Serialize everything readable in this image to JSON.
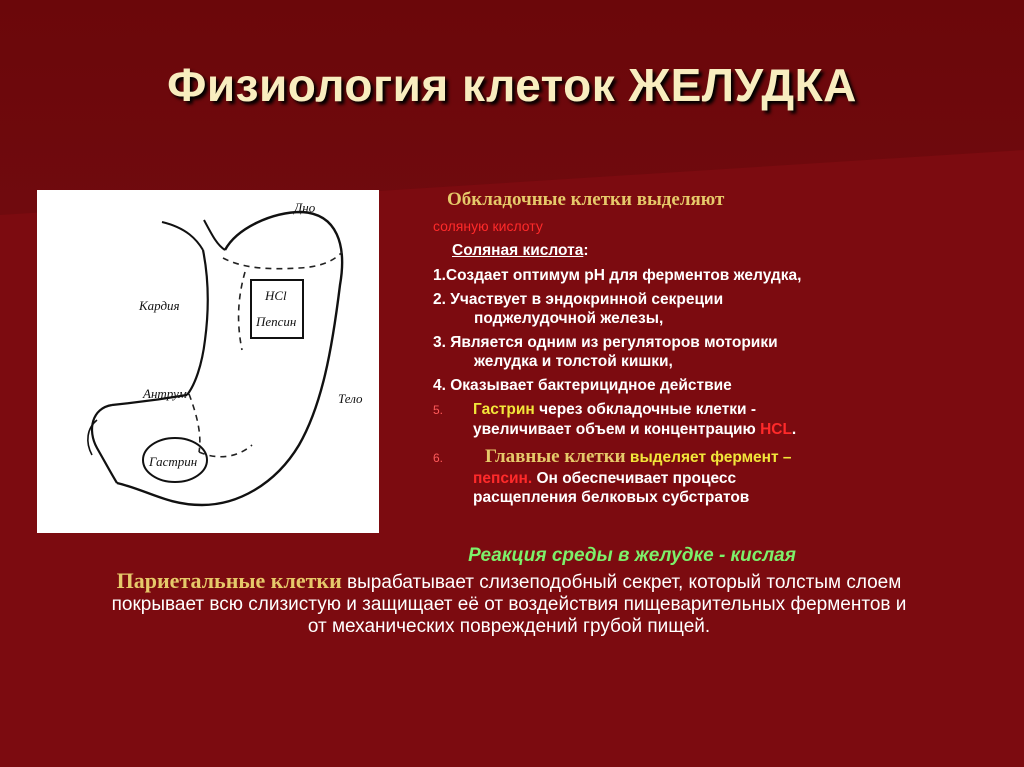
{
  "title": "Физиология клеток ЖЕЛУДКА",
  "diagram": {
    "labels": {
      "dno": "Дно",
      "kardia": "Кардия",
      "hcl": "НСl",
      "pepsin": "Пепсин",
      "antrum": "Антрум",
      "telo": "Тело",
      "gastrin": "Гастрин"
    }
  },
  "text": {
    "line1": "Обкладочные клетки выделяют",
    "line2": "соляную кислоту",
    "line3": "Соляная кислота",
    "line3_colon": ":",
    "item1": "1.Создает оптимум рН для ферментов желудка,",
    "item2a": "2. Участвует в эндокринной секреции",
    "item2b": "поджелудочной железы,",
    "item3a": "3. Является одним из регуляторов моторики",
    "item3b": "желудка и толстой кишки,",
    "item4": "4. Оказывает бактерицидное действие",
    "item5_num": "5.",
    "item5_gastrin": "Гастрин",
    "item5_rest": " через обкладочные клетки -",
    "item5b": "увеличивает объем и концентрацию ",
    "item5_hcl": "HCL",
    "item5_dot": ".",
    "item6_num": "6.",
    "item6_main": "Главные клетки",
    "item6_rest": " выделяет фермент –",
    "item6_pepsin": "пепсин.",
    "item6_rest2": " Он  обеспечивает процесс",
    "item6c": "расщепления белковых субстратов"
  },
  "reaction": "Реакция среды в  желудке - кислая",
  "paragraph": {
    "lead": "Париетальные клетки",
    "rest1": " вырабатывает слизеподобный секрет, который толстым слоем",
    "rest2": "покрывает всю слизистую    и защищает её от воздействия пищеварительных ферментов и",
    "rest3": "от механических повреждений грубой пищей."
  }
}
